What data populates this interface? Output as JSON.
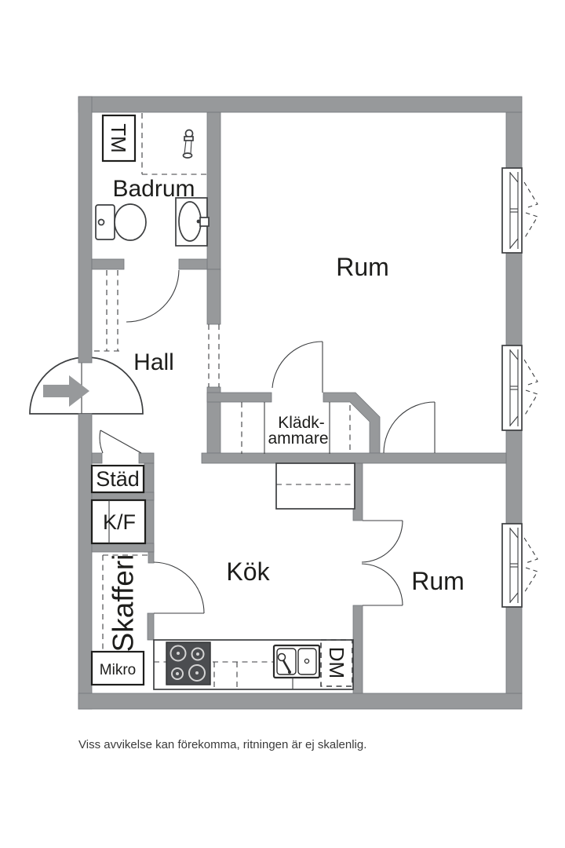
{
  "plan": {
    "rooms": {
      "badrum": "Badrum",
      "hall": "Hall",
      "rum_top": "Rum",
      "rum_bottom": "Rum",
      "kok": "Kök",
      "stad": "Städ",
      "skafferi": "Skafferi",
      "kladkammare_line1": "Klädk-",
      "kladkammare_line2": "ammare"
    },
    "fixtures": {
      "tm": "TM",
      "kf": "K/F",
      "mikro": "Mikro",
      "dm": "DM"
    },
    "disclaimer": "Viss avvikelse kan förekomma, ritningen är ej skalenlig.",
    "colors": {
      "wall": "#97999b",
      "line": "#3c3e40",
      "text": "#1d1d1b",
      "stove": "#4b4d50",
      "background": "#ffffff"
    }
  }
}
